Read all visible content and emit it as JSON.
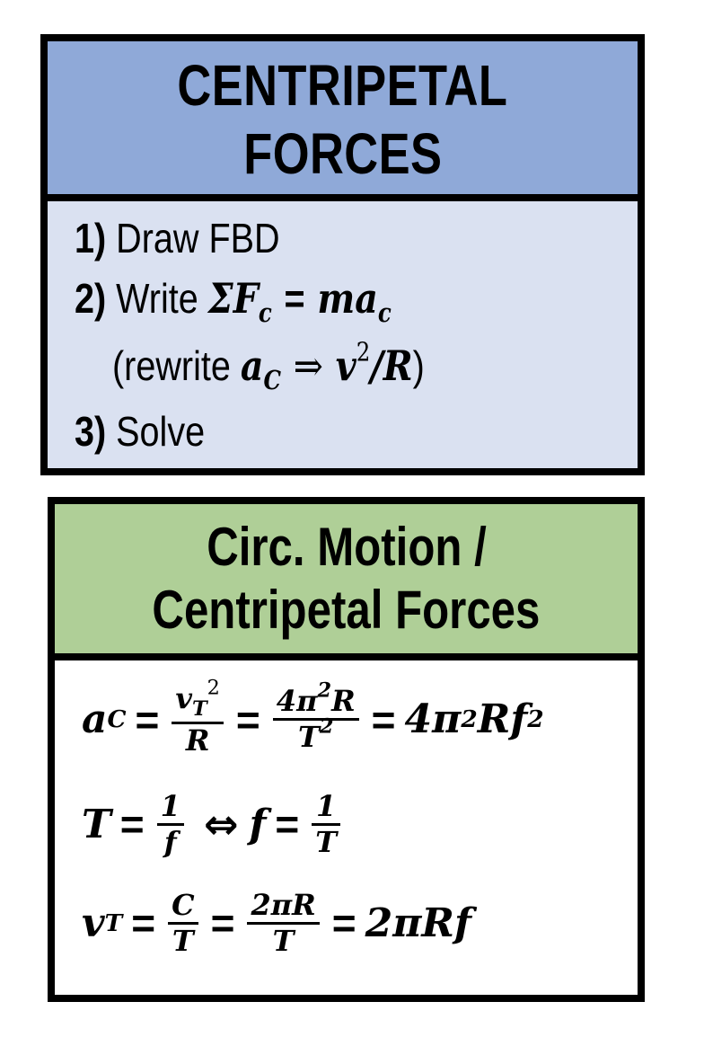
{
  "card_centripetal_forces": {
    "title_lines": [
      "CENTRIPETAL",
      "FORCES"
    ],
    "header_color": "#8FA9D8",
    "body_color": "#DAE1F1",
    "steps": [
      {
        "num": "1)",
        "text": "Draw FBD"
      },
      {
        "num": "2)",
        "text": "Write",
        "math": {
          "lhs": "ΣF",
          "lhs_sub": "c",
          "eq": "=",
          "rhs": "ma",
          "rhs_sub": "c"
        }
      },
      {
        "num": "",
        "text": "(rewrite",
        "math": {
          "var": "a",
          "var_sub": "C",
          "arrow": "⇒",
          "v": "v",
          "v_sup": "2",
          "slash": "/",
          "R": "R",
          "close": ")"
        }
      },
      {
        "num": "3)",
        "text": "Solve"
      }
    ]
  },
  "card_circular_motion": {
    "title_lines": [
      "Circ. Motion /",
      "Centripetal Forces"
    ],
    "header_color": "#AFCF97",
    "body_color": "#FFFFFF",
    "formulas": {
      "accel": {
        "lhs": "a",
        "lhs_sub": "C",
        "eq": "=",
        "frac1_num": "v",
        "frac1_num_sub": "T",
        "frac1_num_sup": "2",
        "frac1_den": "R",
        "frac2_num": "4π",
        "frac2_num_sup": "2",
        "frac2_num_tail": "R",
        "frac2_den": "T",
        "frac2_den_sup": "2",
        "result": "4π",
        "result_sup": "2",
        "result_mid": "Rf",
        "result_sup2": "2"
      },
      "period": {
        "lhs": "T",
        "eq": "=",
        "frac1_num": "1",
        "frac1_den": "f",
        "iff": "⇔",
        "lhs2": "f",
        "frac2_num": "1",
        "frac2_den": "T"
      },
      "velocity": {
        "lhs": "v",
        "lhs_sub": "T",
        "eq": "=",
        "frac1_num": "C",
        "frac1_den": "T",
        "frac2_num": "2πR",
        "frac2_den": "T",
        "result": "2πRf"
      }
    }
  }
}
